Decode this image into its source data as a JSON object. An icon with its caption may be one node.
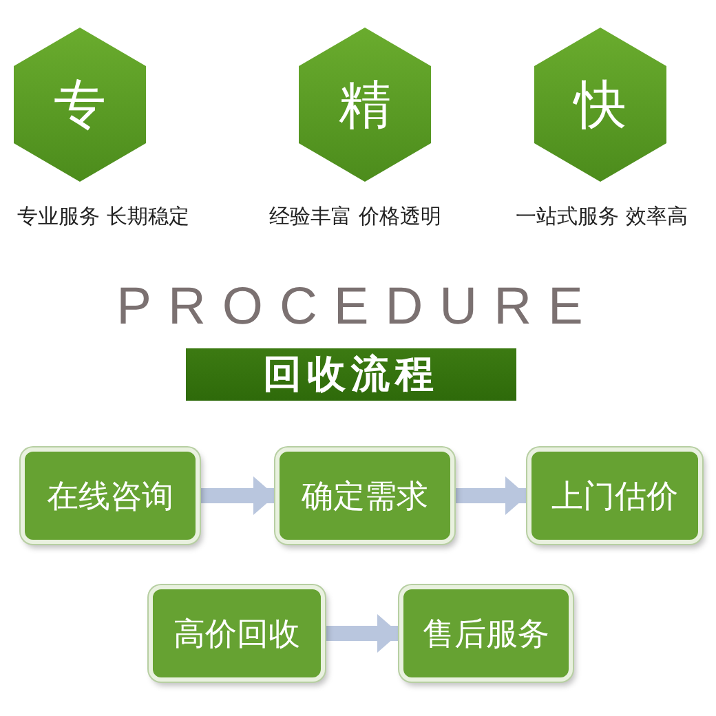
{
  "diagram": {
    "nodes": [
      {
        "text": [
          "专"
        ],
        "beside": [
          "专业服务 长期稳定"
        ]
      },
      {
        "text": [
          "精"
        ],
        "beside": [
          "经验丰富 价格透明"
        ]
      },
      {
        "text": [
          "快"
        ],
        "beside": [
          "一站式服务 效率高"
        ]
      },
      {
        "text": [
          "回收流程"
        ]
      },
      {
        "text": [
          "在线咨询"
        ]
      },
      {
        "text": [
          "确定需求"
        ]
      },
      {
        "text": [
          "上门估价"
        ]
      },
      {
        "text": [
          "高价回收"
        ]
      },
      {
        "text": [
          "售后服务"
        ]
      }
    ],
    "edges": [
      {
        "from": 4,
        "to": 5,
        "arrow": "to"
      },
      {
        "from": 5,
        "to": 6,
        "arrow": "to"
      },
      {
        "from": 7,
        "to": 8,
        "arrow": "to"
      }
    ],
    "labels": [
      "PROCEDURE"
    ]
  }
}
